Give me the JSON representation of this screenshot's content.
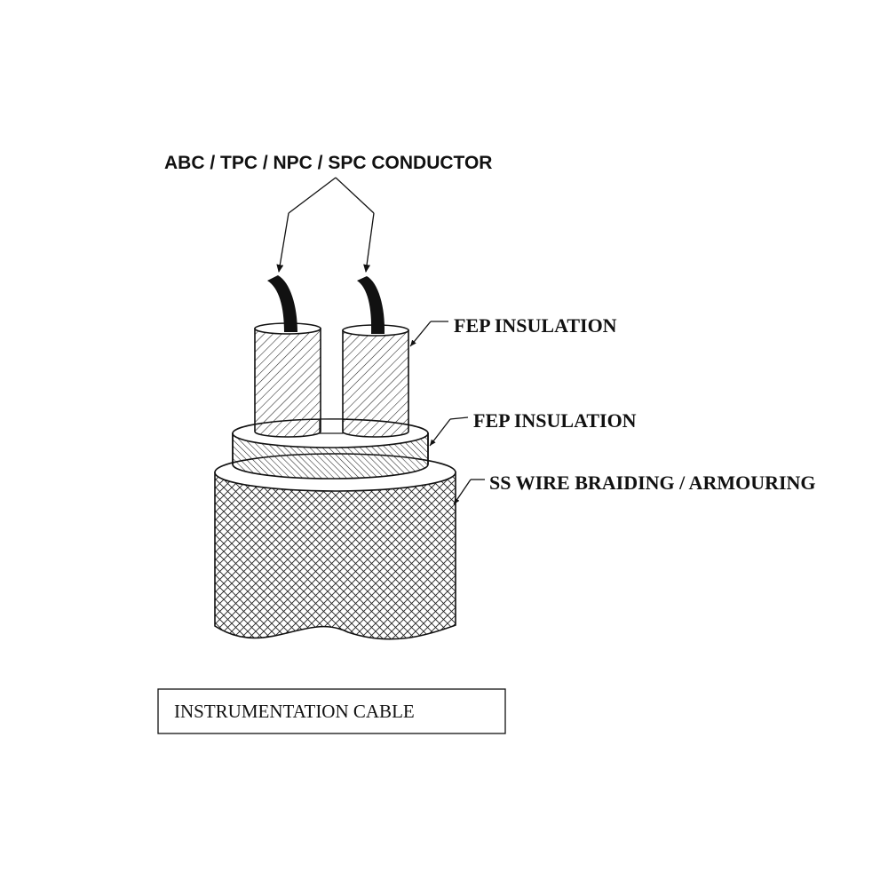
{
  "diagram": {
    "labels": {
      "conductor": "ABC / TPC / NPC / SPC CONDUCTOR",
      "core_insulation": "FEP INSULATION",
      "outer_insulation": "FEP INSULATION",
      "braiding": "SS WIRE BRAIDING / ARMOURING"
    },
    "title": "INSTRUMENTATION CABLE"
  }
}
